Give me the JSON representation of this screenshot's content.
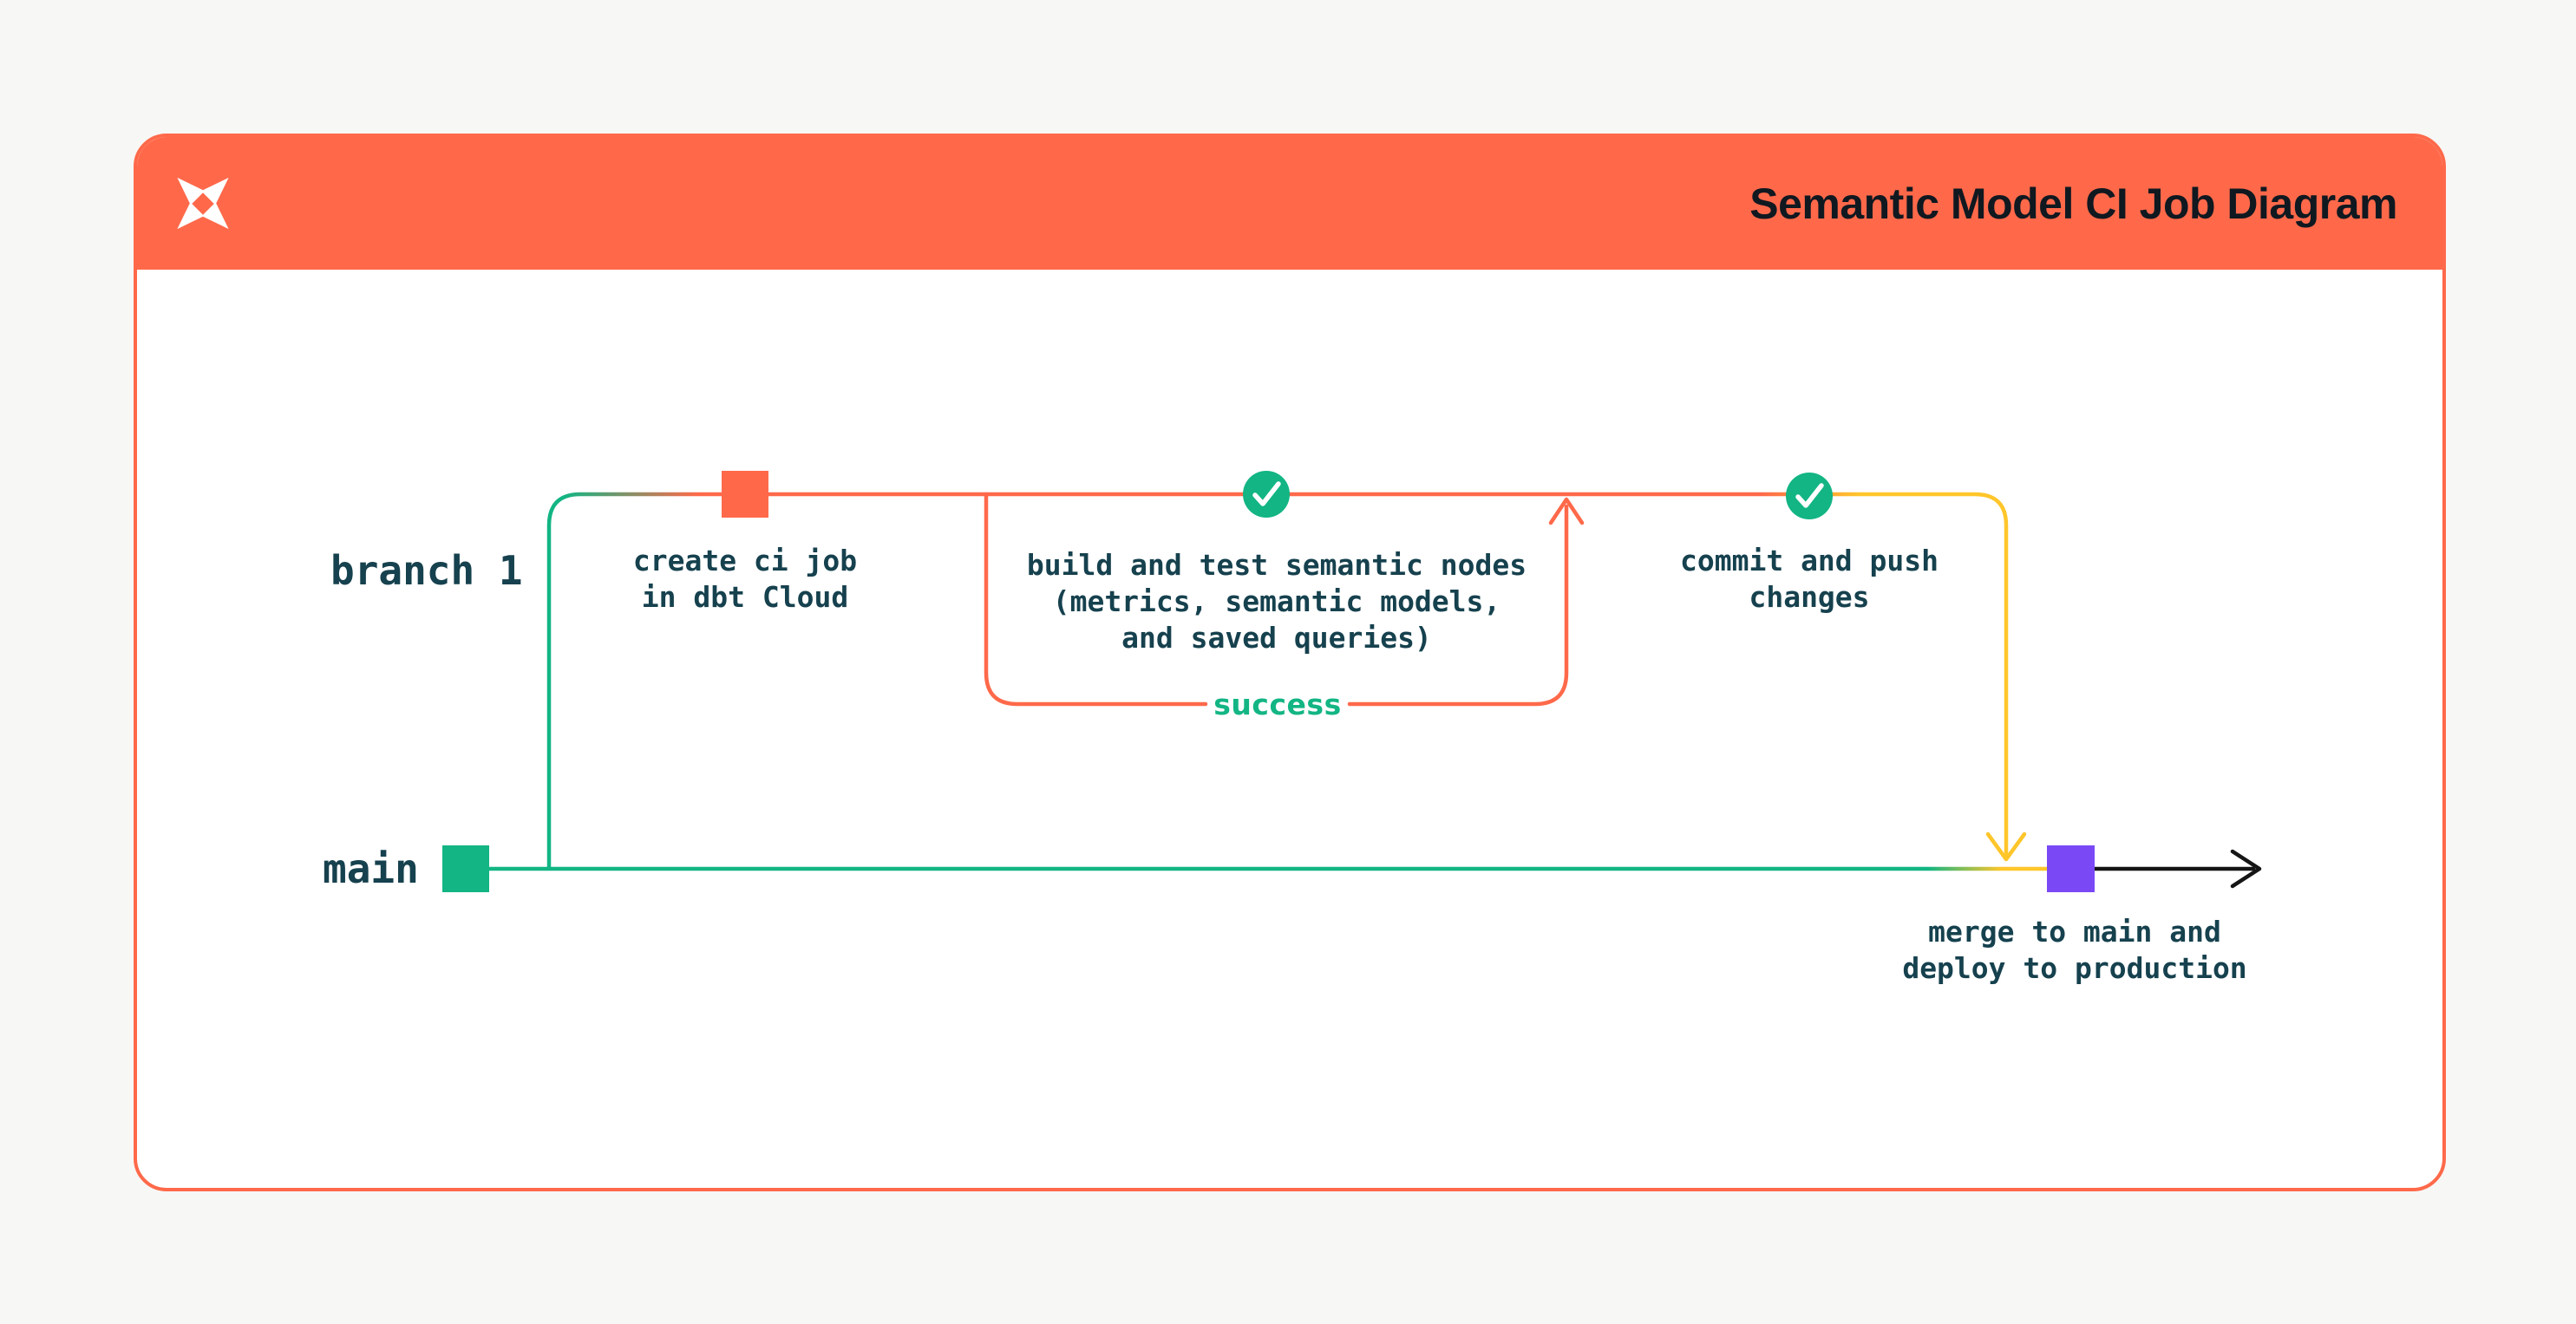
{
  "header": {
    "title": "Semantic Model CI Job Diagram",
    "logo": "dbt-logo"
  },
  "branches": {
    "branch1_label": "branch 1",
    "main_label": "main"
  },
  "nodes": {
    "create_ci": {
      "label": "create ci job\nin dbt Cloud",
      "type": "commit-square",
      "color": "#FF694A"
    },
    "build_test": {
      "label": "build and test semantic nodes\n(metrics, semantic models,\nand saved queries)",
      "type": "check-circle",
      "color": "#12B583"
    },
    "commit_push": {
      "label": "commit and push\nchanges",
      "type": "check-circle",
      "color": "#12B583"
    },
    "merge": {
      "label": "merge to main and\ndeploy to production",
      "type": "commit-square",
      "color": "#7A49F5"
    },
    "main_start": {
      "label": "",
      "type": "commit-square",
      "color": "#12B583"
    }
  },
  "loop": {
    "success_label": "success"
  },
  "colors": {
    "orange": "#FF694A",
    "green": "#12B583",
    "yellow": "#FFC62B",
    "purple": "#7A49F5",
    "ink": "#16414E",
    "title-ink": "#101820",
    "page-bg": "#F7F7F5",
    "card-bg": "#FFFFFF",
    "black": "#151515",
    "white": "#FFFFFF"
  }
}
